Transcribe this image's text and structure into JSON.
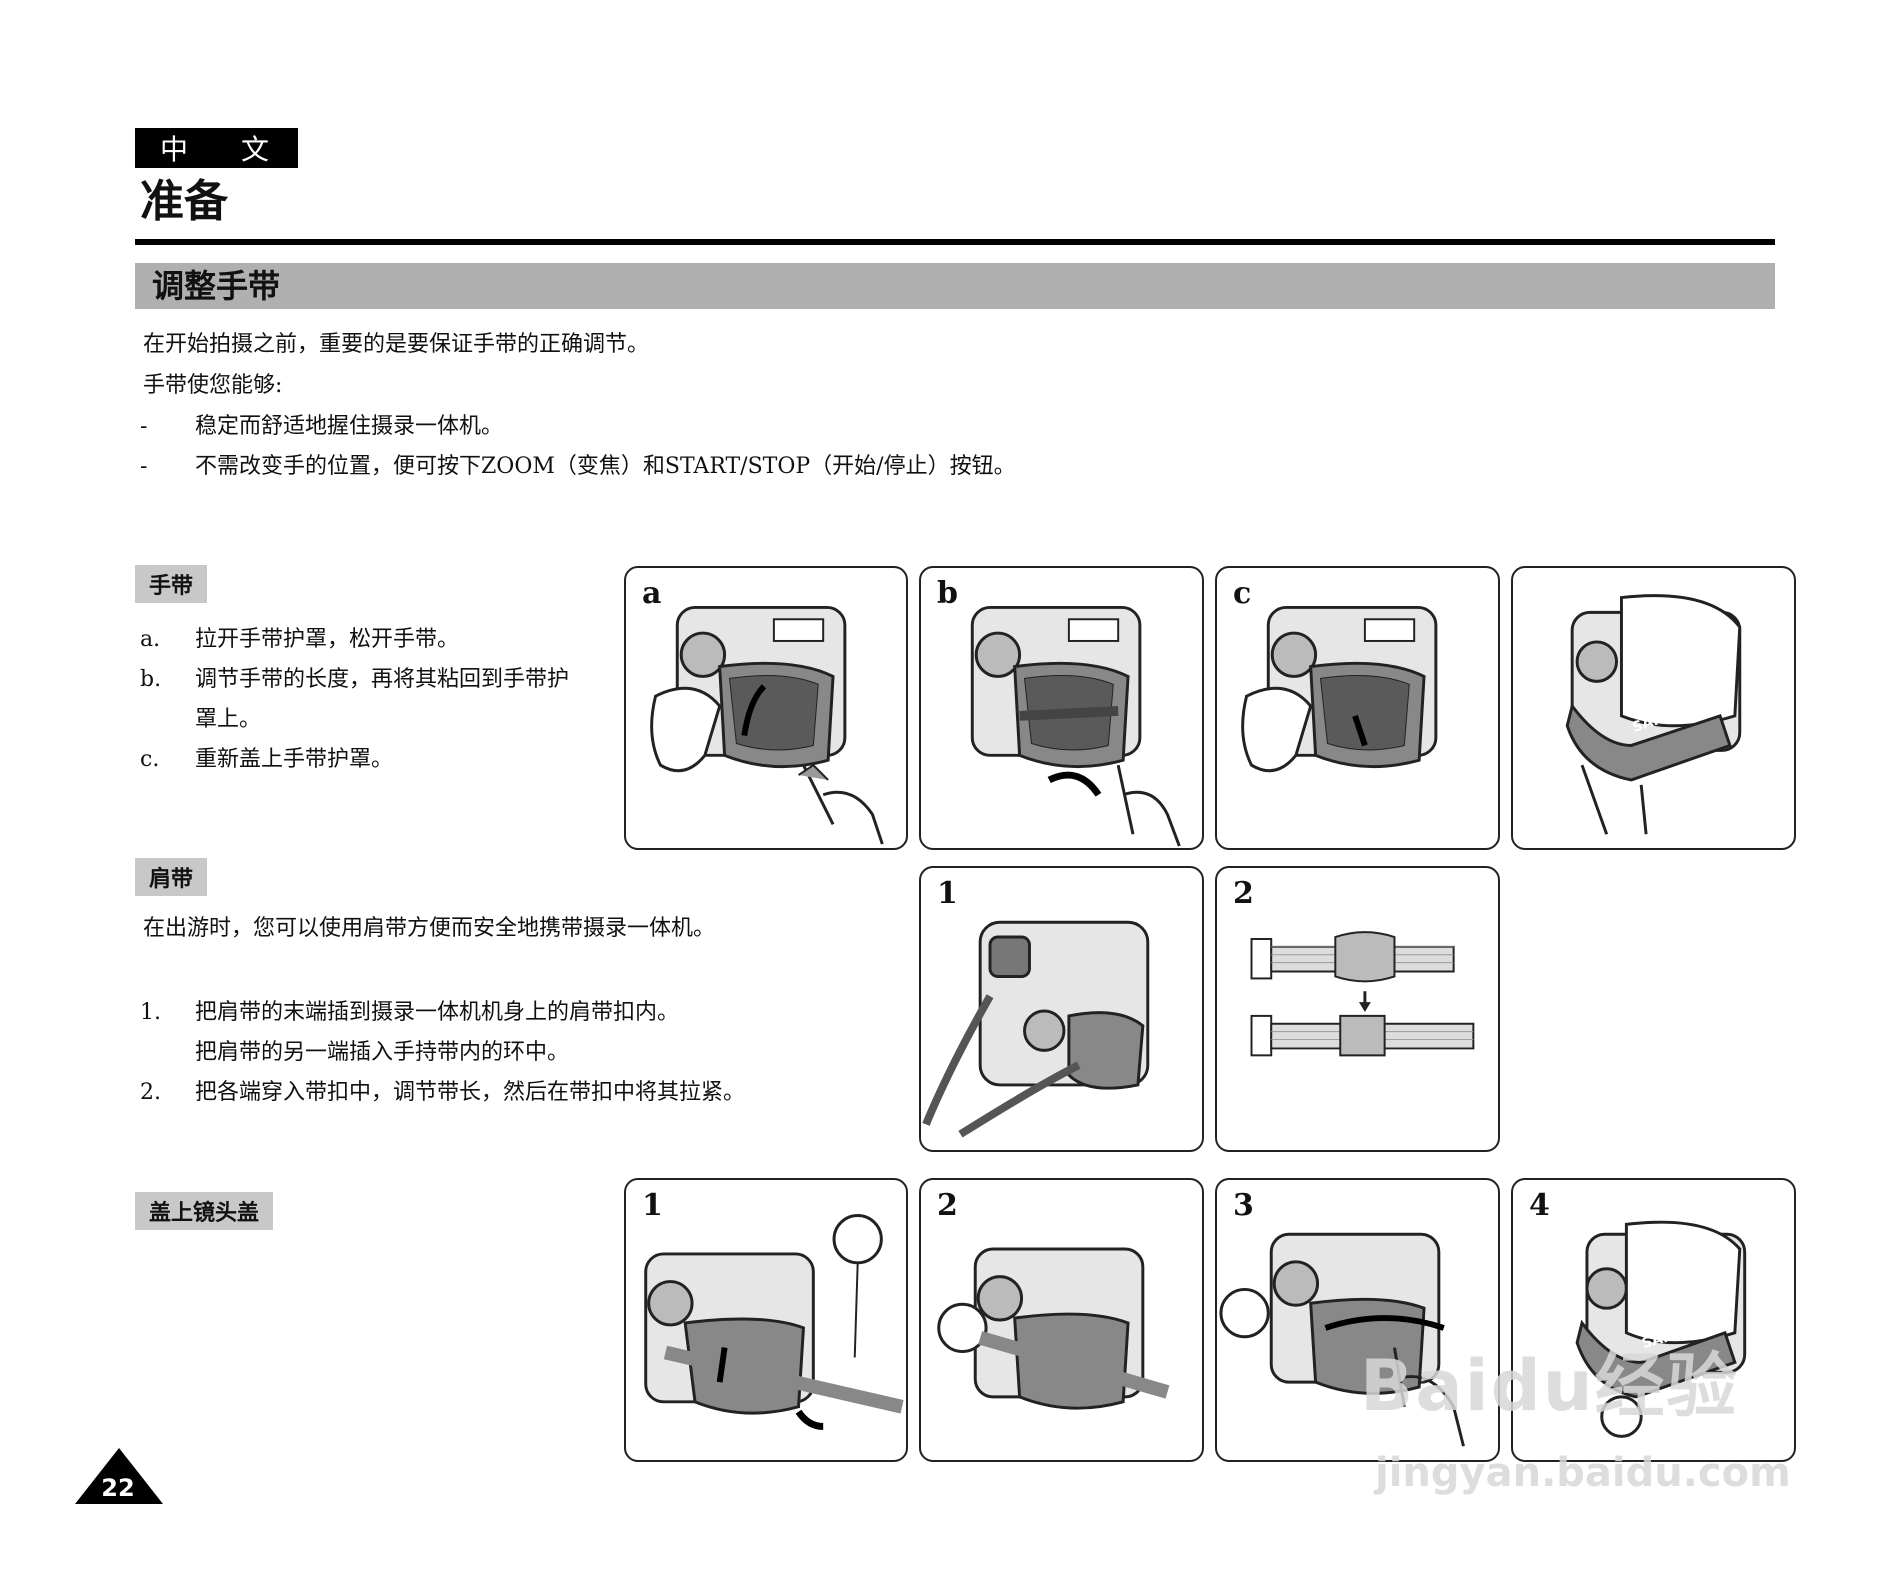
{
  "header": {
    "language_tab": "中 文",
    "page_title": "准备"
  },
  "section": {
    "title": "调整手带",
    "intro": [
      "在开始拍摄之前，重要的是要保证手带的正确调节。",
      "手带使您能够:"
    ],
    "bullets": [
      {
        "marker": "-",
        "text": "稳定而舒适地握住摄录一体机。"
      },
      {
        "marker": "-",
        "text": "不需改变手的位置，便可按下ZOOM（变焦）和START/STOP（开始/停止）按钮。"
      }
    ]
  },
  "hand_strap": {
    "tag": "手带",
    "steps": [
      {
        "marker": "a.",
        "lines": [
          "拉开手带护罩，松开手带。"
        ]
      },
      {
        "marker": "b.",
        "lines": [
          "调节手带的长度，再将其粘回到手带护",
          "罩上。"
        ]
      },
      {
        "marker": "c.",
        "lines": [
          "重新盖上手带护罩。"
        ]
      }
    ],
    "panels": [
      {
        "label": "a"
      },
      {
        "label": "b"
      },
      {
        "label": "c"
      },
      {
        "label": "",
        "brand": "SAMSUNG"
      }
    ]
  },
  "shoulder_strap": {
    "tag": "肩带",
    "intro": "在出游时，您可以使用肩带方便而安全地携带摄录一体机。",
    "steps": [
      {
        "marker": "1.",
        "lines": [
          "把肩带的末端插到摄录一体机机身上的肩带扣内。",
          "把肩带的另一端插入手持带内的环中。"
        ]
      },
      {
        "marker": "2.",
        "lines": [
          "把各端穿入带扣中，调节带长，然后在带扣中将其拉紧。"
        ]
      }
    ],
    "panels": [
      {
        "label": "1"
      },
      {
        "label": "2"
      }
    ]
  },
  "lens_cap": {
    "tag": "盖上镜头盖",
    "panels": [
      {
        "label": "1"
      },
      {
        "label": "2"
      },
      {
        "label": "3"
      },
      {
        "label": "4",
        "brand": "SAMSUNG"
      }
    ]
  },
  "footer": {
    "page_number": "22",
    "watermark": "Baidu经验",
    "watermark_url": "jingyan.baidu.com"
  }
}
